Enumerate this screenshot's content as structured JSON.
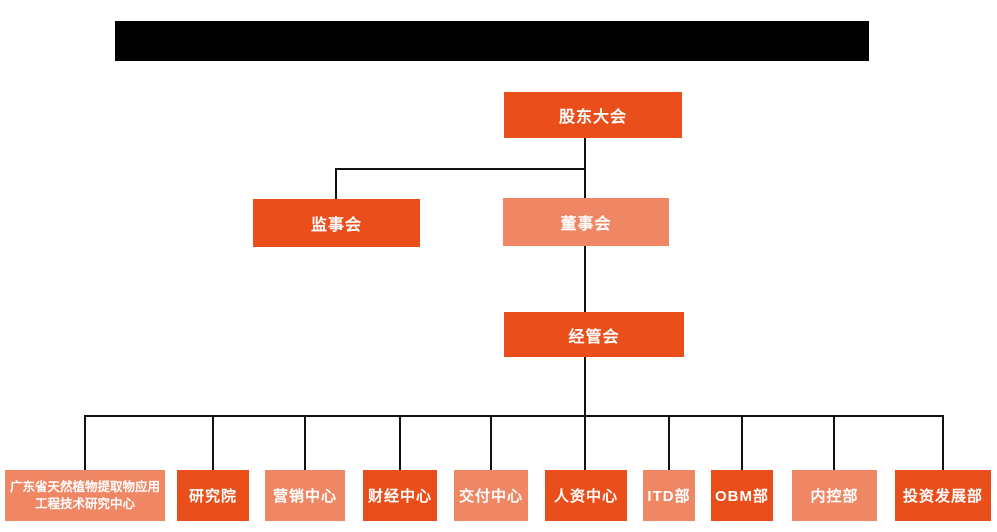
{
  "colors": {
    "primary": "#e94e1b",
    "secondary": "#f08764",
    "connector": "#111111",
    "node_text": "#ffffff",
    "redaction": "#000000",
    "background": "#ffffff"
  },
  "header": {
    "redacted_title_bar": true
  },
  "org_chart": {
    "root": {
      "label": "股东大会",
      "tone": "primary"
    },
    "level2": [
      {
        "label": "监事会",
        "tone": "primary"
      },
      {
        "label": "董事会",
        "tone": "secondary"
      }
    ],
    "level3": {
      "label": "经管会",
      "tone": "primary"
    },
    "leaves": [
      {
        "label": "广东省天然植物提取物应用工程技术研究中心",
        "tone": "secondary"
      },
      {
        "label": "研究院",
        "tone": "primary"
      },
      {
        "label": "营销中心",
        "tone": "secondary"
      },
      {
        "label": "财经中心",
        "tone": "primary"
      },
      {
        "label": "交付中心",
        "tone": "secondary"
      },
      {
        "label": "人资中心",
        "tone": "primary"
      },
      {
        "label": "ITD部",
        "tone": "secondary"
      },
      {
        "label": "OBM部",
        "tone": "primary"
      },
      {
        "label": "内控部",
        "tone": "secondary"
      },
      {
        "label": "投资发展部",
        "tone": "primary"
      }
    ]
  }
}
